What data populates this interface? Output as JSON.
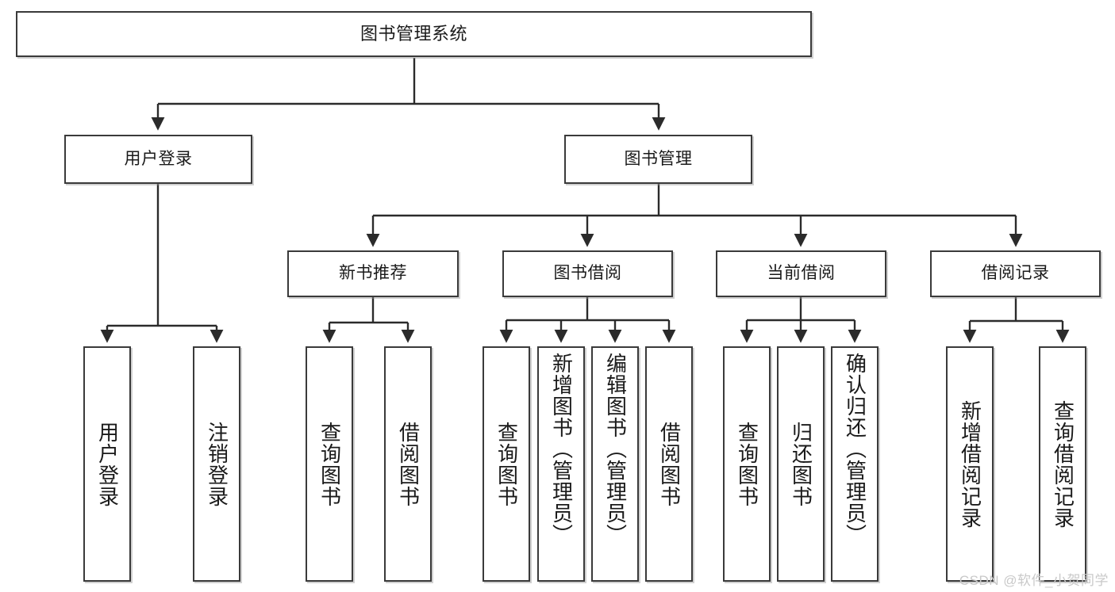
{
  "diagram": {
    "title_text": "图书管理系统",
    "type": "tree-hierarchy-function-structure",
    "colors": {
      "box_border": "#3a3a3a",
      "box_fill": "#ffffff",
      "edge": "#2b2b2b",
      "text": "#1a1a1a",
      "watermark": "#c9c9c9"
    }
  },
  "nodes": {
    "root": {
      "label": "图书管理系统"
    },
    "level2": [
      {
        "id": "user-login",
        "label": "用户登录"
      },
      {
        "id": "book-management",
        "label": "图书管理"
      }
    ],
    "level3": [
      {
        "id": "new-book-recommend",
        "label": "新书推荐"
      },
      {
        "id": "book-borrow",
        "label": "图书借阅"
      },
      {
        "id": "current-borrow",
        "label": "当前借阅"
      },
      {
        "id": "borrow-record",
        "label": "借阅记录"
      }
    ],
    "leaves": {
      "user_login": [
        {
          "id": "leaf-user-login",
          "label": "用户登录"
        },
        {
          "id": "leaf-logout-login",
          "label": "注销登录"
        }
      ],
      "new_book_recommend": [
        {
          "id": "leaf-query-book-1",
          "label": "查询图书"
        },
        {
          "id": "leaf-borrow-book-1",
          "label": "借阅图书"
        }
      ],
      "book_borrow": [
        {
          "id": "leaf-query-book-2",
          "label": "查询图书"
        },
        {
          "id": "leaf-add-book",
          "label": "新增图书（管理员）"
        },
        {
          "id": "leaf-edit-book",
          "label": "编辑图书（管理员）"
        },
        {
          "id": "leaf-borrow-book-2",
          "label": "借阅图书"
        }
      ],
      "current_borrow": [
        {
          "id": "leaf-query-book-3",
          "label": "查询图书"
        },
        {
          "id": "leaf-return-book",
          "label": "归还图书"
        },
        {
          "id": "leaf-confirm-return",
          "label": "确认归还（管理员）"
        }
      ],
      "borrow_record": [
        {
          "id": "leaf-add-borrow-record",
          "label": "新增借阅记录"
        },
        {
          "id": "leaf-query-borrow-record",
          "label": "查询借阅记录"
        }
      ]
    }
  },
  "watermark": {
    "text": "CSDN @软件_小贺同学"
  }
}
